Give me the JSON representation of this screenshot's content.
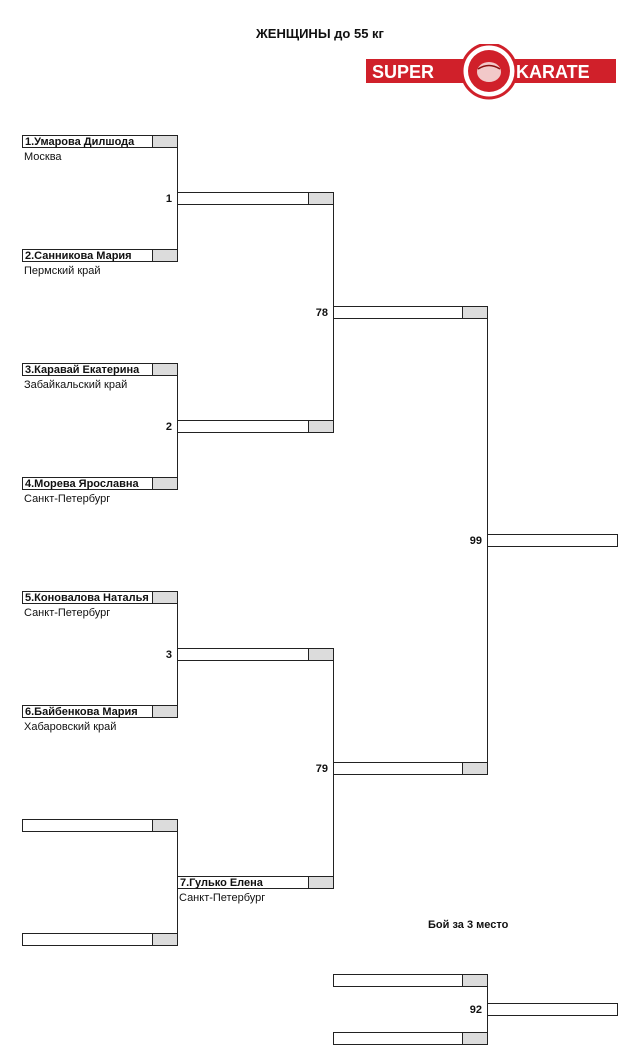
{
  "title": "ЖЕНЩИНЫ до 55 кг",
  "logo": {
    "left_text": "SUPER",
    "right_text": "KARATE",
    "color": "#d0202a"
  },
  "participants": [
    {
      "name": "1.Умарова Дилшода",
      "region": "Москва"
    },
    {
      "name": "2.Санникова Мария",
      "region": "Пермский край"
    },
    {
      "name": "3.Каравай Екатерина",
      "region": "Забайкальский край"
    },
    {
      "name": "4.Морева Ярославна",
      "region": "Санкт-Петербург"
    },
    {
      "name": "5.Коновалова Наталья",
      "region": "Санкт-Петербург"
    },
    {
      "name": "6.Байбенкова Мария",
      "region": "Хабаровский край"
    },
    {
      "name": "7.Гулько Елена",
      "region": "Санкт-Петербург"
    }
  ],
  "matches": {
    "m1": "1",
    "m2": "2",
    "m3": "3",
    "m78": "78",
    "m79": "79",
    "m99": "99",
    "m92": "92"
  },
  "third_place_label": "Бой за 3 место"
}
